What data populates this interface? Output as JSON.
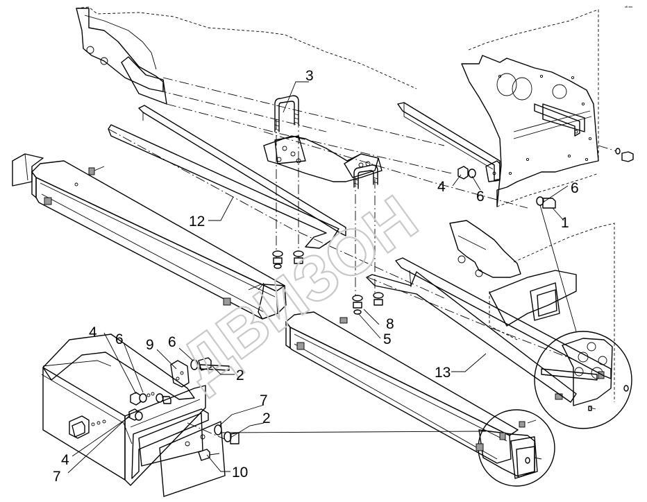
{
  "drawing": {
    "corner_mark": "ᵃᴮ ᵃᵃᵃ",
    "watermark": "ДВИЗОН"
  },
  "callouts": [
    {
      "id": "c3",
      "text": "3"
    },
    {
      "id": "c4a",
      "text": "4"
    },
    {
      "id": "c6a",
      "text": "6"
    },
    {
      "id": "c6b",
      "text": "6"
    },
    {
      "id": "c1",
      "text": "1"
    },
    {
      "id": "c12",
      "text": "12"
    },
    {
      "id": "c8",
      "text": "8"
    },
    {
      "id": "c5",
      "text": "5"
    },
    {
      "id": "c13",
      "text": "13"
    },
    {
      "id": "c4b",
      "text": "4"
    },
    {
      "id": "c6c",
      "text": "6"
    },
    {
      "id": "c9",
      "text": "9"
    },
    {
      "id": "c6d",
      "text": "6"
    },
    {
      "id": "c2a",
      "text": "2"
    },
    {
      "id": "c7a",
      "text": "7"
    },
    {
      "id": "c2b",
      "text": "2"
    },
    {
      "id": "c4c",
      "text": "4"
    },
    {
      "id": "c7b",
      "text": "7"
    },
    {
      "id": "c10",
      "text": "10"
    }
  ]
}
